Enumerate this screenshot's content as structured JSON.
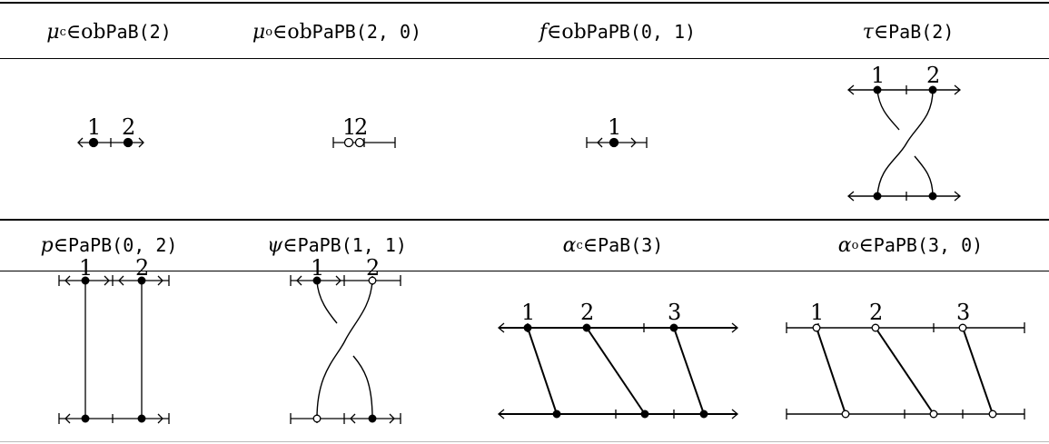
{
  "headers": [
    {
      "symbol": "μ",
      "sub": "c",
      "rel": " ∈ ",
      "pre": "ob ",
      "tt": "PaB(2)"
    },
    {
      "symbol": "μ",
      "sub": "o",
      "rel": " ∈ ",
      "pre": "ob ",
      "tt": "PaPB(2, 0)"
    },
    {
      "symbol": "f",
      "sub": "",
      "rel": " ∈ ",
      "pre": "ob ",
      "tt": "PaPB(0, 1)"
    },
    {
      "symbol": "τ",
      "sub": "",
      "rel": " ∈ ",
      "pre": "",
      "tt": "PaB(2)"
    },
    {
      "symbol": "p",
      "sub": "",
      "rel": " ∈ ",
      "pre": "",
      "tt": "PaPB(0, 2)"
    },
    {
      "symbol": "ψ",
      "sub": "",
      "rel": " ∈ ",
      "pre": "",
      "tt": "PaPB(1, 1)"
    },
    {
      "symbol": "α",
      "sub": "c",
      "rel": " ∈ ",
      "pre": "",
      "tt": "PaB(3)"
    },
    {
      "symbol": "α",
      "sub": "o",
      "rel": " ∈ ",
      "pre": "",
      "tt": "PaPB(3, 0)"
    }
  ],
  "labels": {
    "one": "1",
    "two": "2",
    "three": "3"
  }
}
